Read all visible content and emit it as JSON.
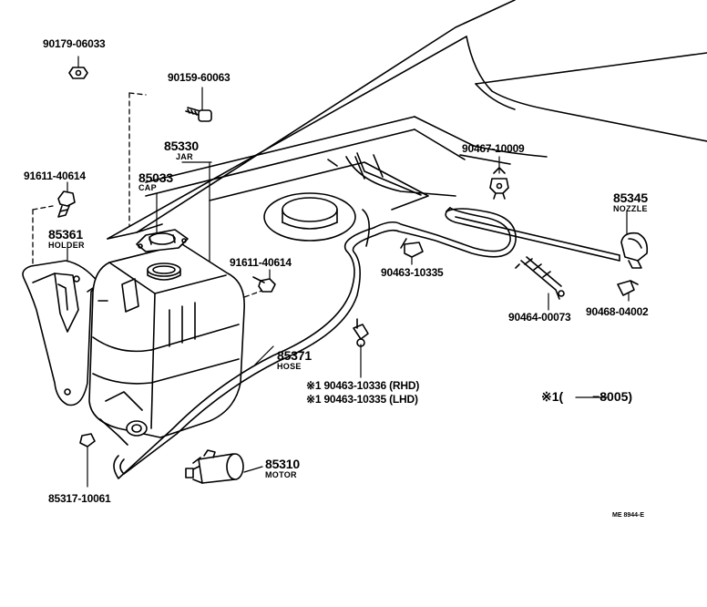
{
  "parts": {
    "p90179": "90179-06033",
    "p90159": "90159-60063",
    "p85330": "85330",
    "p85330_name": "JAR",
    "p85033": "85033",
    "p85033_name": "CAP",
    "p91611_a": "91611-40614",
    "p85361": "85361",
    "p85361_name": "HOLDER",
    "p91611_b": "91611-40614",
    "p90467": "90467-10009",
    "p85345": "85345",
    "p85345_name": "NOZZLE",
    "p90463_a": "90463-10335",
    "p90464": "90464-00073",
    "p90468": "90468-04002",
    "p85371": "85371",
    "p85371_name": "HOSE",
    "p90463_rhd": "※1 90463-10336 (RHD)",
    "p90463_lhd": "※1 90463-10335 (LHD)",
    "p85310": "85310",
    "p85310_name": "MOTOR",
    "p85317": "85317-10061"
  },
  "footnote": "※1(　　 −8005)",
  "code": "ME 8944-E"
}
